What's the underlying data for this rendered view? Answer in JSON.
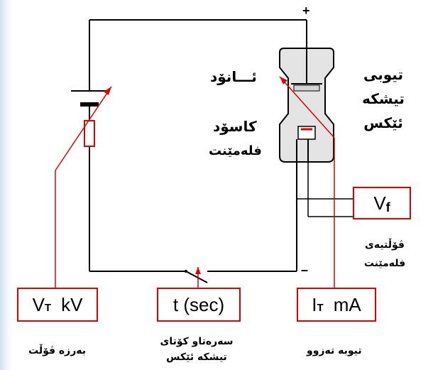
{
  "polarity": {
    "plus": "+",
    "minus": "–"
  },
  "tube": {
    "title_lines": [
      "تیوبی",
      "تیشکە",
      "ئێکس"
    ],
    "anode_label": "ئـــانۆد",
    "cathode_label": "کاسۆد",
    "filament_label": "فلەمێنت"
  },
  "boxes": {
    "tube_voltage": {
      "main": "V",
      "sub": "T",
      "unit": "kV"
    },
    "time": {
      "text": "t (sec)"
    },
    "tube_current": {
      "main": "I",
      "sub": "T",
      "unit": "mA"
    },
    "filament_voltage": {
      "main": "V",
      "sub": "f"
    }
  },
  "captions": {
    "tube_voltage": "بەرزە ڤۆڵت",
    "time": [
      "سەرەتاو کۆتای",
      "تیشکە ئێکس"
    ],
    "tube_current": "تیوبە تەزوو",
    "filament_voltage": [
      "ڤۆڵتیەی",
      "فلەمێنت"
    ]
  },
  "colors": {
    "wire": "#000000",
    "pointer": "#e00000",
    "tube_fill": "#e4e4e4",
    "box_border": "#e00000"
  }
}
